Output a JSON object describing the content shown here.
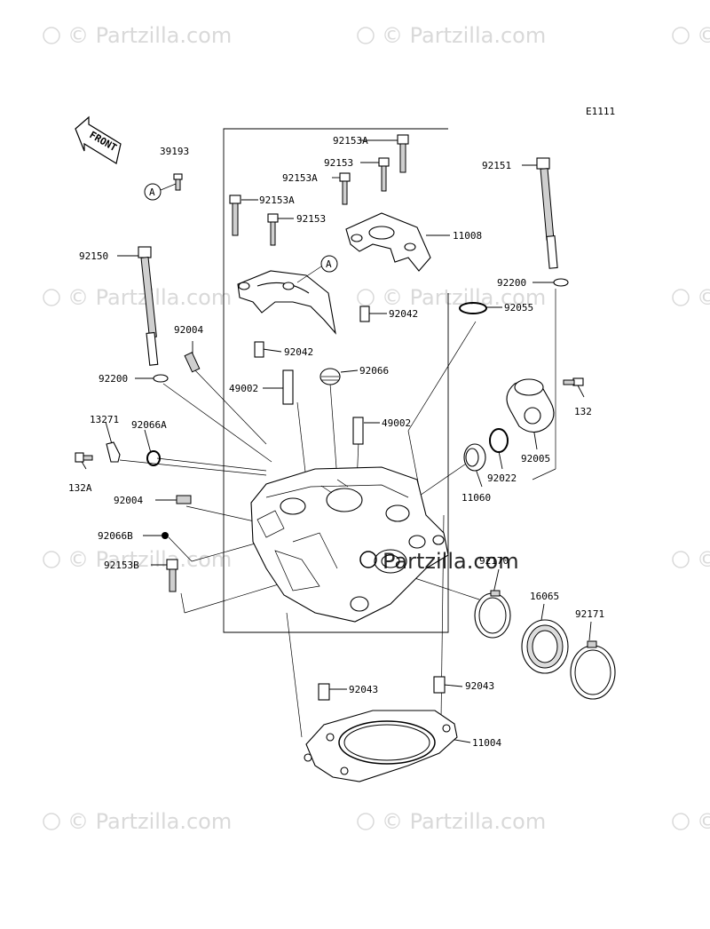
{
  "watermark": "© Partzilla.com",
  "center_watermark": "Partzilla.com",
  "diagram_code": "E1111",
  "front_label": "FRONT",
  "ref_marker": "A",
  "part_labels": [
    "39193",
    "92153A",
    "92153",
    "92153A",
    "92153A",
    "92153",
    "92151",
    "11008",
    "92150",
    "92200",
    "92055",
    "92042",
    "92004",
    "92042",
    "92200",
    "49002",
    "92066",
    "132",
    "49002",
    "13271",
    "92066A",
    "92005",
    "132A",
    "92022",
    "11060",
    "92004",
    "92066B",
    "92170",
    "92153B",
    "16065",
    "92171",
    "92043",
    "92043",
    "11004"
  ]
}
